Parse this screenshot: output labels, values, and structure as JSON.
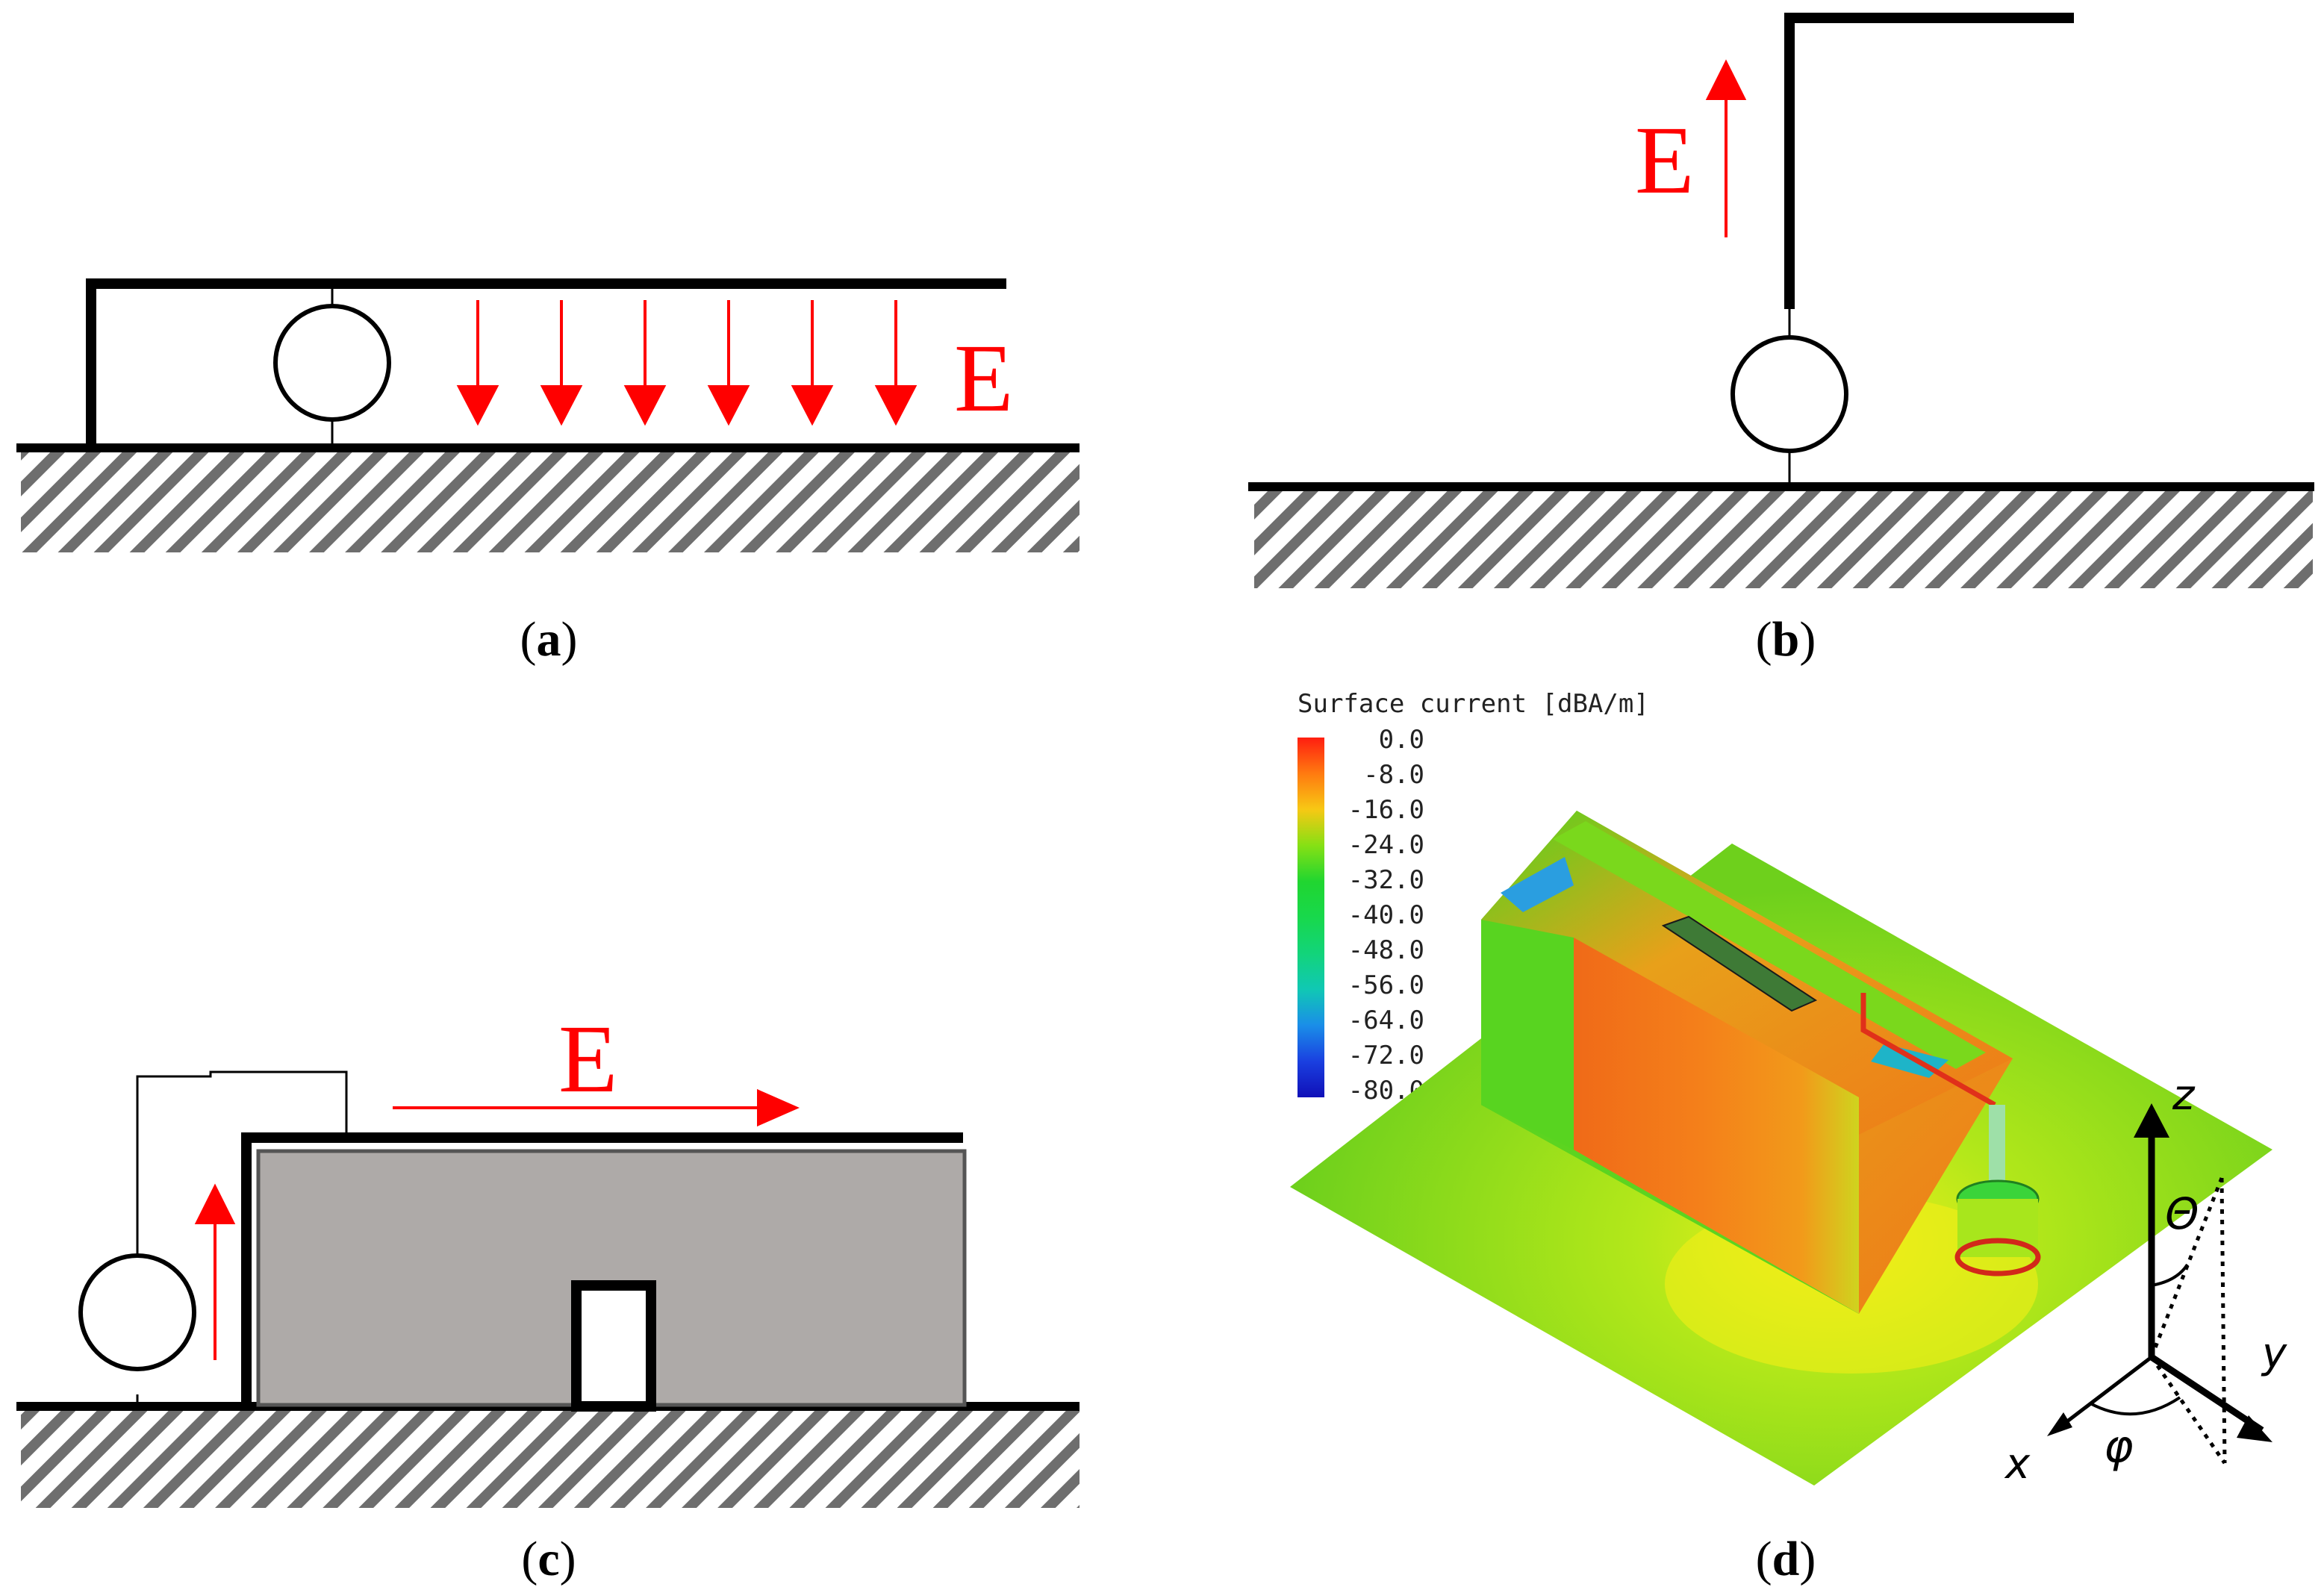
{
  "colors": {
    "ink": "#000000",
    "field_arrow": "#ff0000",
    "hatch": "#6e6e6e",
    "substrate_fill": "#aeaaa8"
  },
  "panel_a": {
    "caption_open": "(",
    "caption_letter": "a",
    "caption_close": ")",
    "field_label": "E",
    "icons": [
      "ground-plane-hatch",
      "voltage-source-icon",
      "field-arrow-icon"
    ]
  },
  "panel_b": {
    "caption_open": "(",
    "caption_letter": "b",
    "caption_close": ")",
    "field_label": "E",
    "icons": [
      "ground-plane-hatch",
      "voltage-source-icon",
      "field-arrow-icon"
    ]
  },
  "panel_c": {
    "caption_open": "(",
    "caption_letter": "c",
    "caption_close": ")",
    "field_label": "E",
    "icons": [
      "ground-plane-hatch",
      "voltage-source-icon",
      "field-arrow-icon"
    ]
  },
  "panel_d": {
    "caption_open": "(",
    "caption_letter": "d",
    "caption_close": ")",
    "colorbar_title": "Surface current [dBA/m]",
    "colorbar_ticks": [
      "0.0",
      "-8.0",
      "-16.0",
      "-24.0",
      "-32.0",
      "-40.0",
      "-48.0",
      "-56.0",
      "-64.0",
      "-72.0",
      "-80.0"
    ],
    "colorbar_colors": [
      "#ff1e10",
      "#ff7a10",
      "#f7c814",
      "#86e014",
      "#20d630",
      "#18d84c",
      "#12d47a",
      "#10c8b4",
      "#1a8ee8",
      "#1a40e0",
      "#1010b8"
    ],
    "axis_labels": {
      "z": "z",
      "y": "y",
      "x": "x",
      "theta": "Θ",
      "phi": "φ"
    }
  }
}
